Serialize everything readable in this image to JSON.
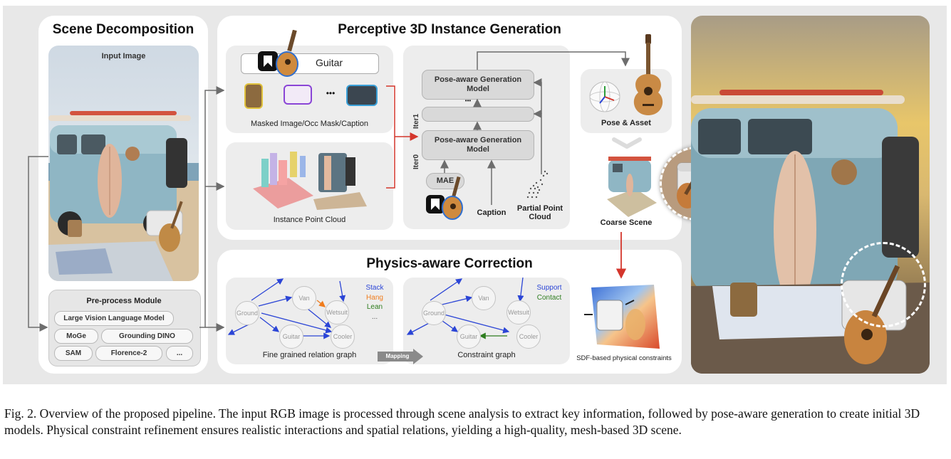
{
  "scene_decomposition": {
    "title": "Scene Decomposition",
    "input_image_label": "Input Image",
    "preprocess": {
      "title": "Pre-process Module",
      "modules": [
        "Large Vision Language Model",
        "MoGe",
        "Grounding DINO",
        "SAM",
        "Florence-2",
        "..."
      ]
    }
  },
  "instance_generation": {
    "title": "Perceptive 3D Instance Generation",
    "masked_label": "Masked Image/Occ Mask/Caption",
    "guitar_caption": "Guitar",
    "ellipsis": "•••",
    "point_cloud_label": "Instance Point Cloud",
    "pose_model_label": "Pose-aware Generation Model",
    "iter1": "Iter1",
    "iter0": "Iter0",
    "mid_dots": "•••",
    "mae": "MAE",
    "caption": "Caption",
    "partial_point_cloud": "Partial Point Cloud",
    "pose_asset": "Pose & Asset",
    "coarse_scene": "Coarse Scene"
  },
  "physics": {
    "title": "Physics-aware Correction",
    "fine_graph_label": "Fine grained relation graph",
    "constraint_graph_label": "Constraint graph",
    "mapping": "Mapping",
    "sdf_label": "SDF-based physical constraints",
    "legend_left": [
      {
        "text": "Stack",
        "color": "#2b45d6"
      },
      {
        "text": "Hang",
        "color": "#f07c1c"
      },
      {
        "text": "Lean",
        "color": "#2e7d1f"
      },
      {
        "text": "...",
        "color": "#555555"
      }
    ],
    "legend_right": [
      {
        "text": "Support",
        "color": "#2b45d6"
      },
      {
        "text": "Contact",
        "color": "#2e7d1f"
      }
    ],
    "nodes": {
      "ground": "Ground",
      "van": "Van",
      "wetsuit": "Wetsuit",
      "guitar": "Guitar",
      "cooler": "Cooler"
    }
  },
  "figure_caption": "Fig. 2.  Overview of the proposed pipeline. The input RGB image is processed through scene analysis to extract key information, followed by pose-aware generation to create initial 3D models. Physical constraint refinement ensures realistic interactions and spatial relations, yielding a high-quality, mesh-based 3D scene.",
  "colors": {
    "arrow_gray": "#6d6d6d",
    "bracket_red": "#d4362c",
    "stack_blue": "#2b45d6",
    "hang_orange": "#f07c1c",
    "lean_green": "#2e7d1f",
    "van_blue": "#8fb6c4",
    "sand": "#d9b98a"
  }
}
